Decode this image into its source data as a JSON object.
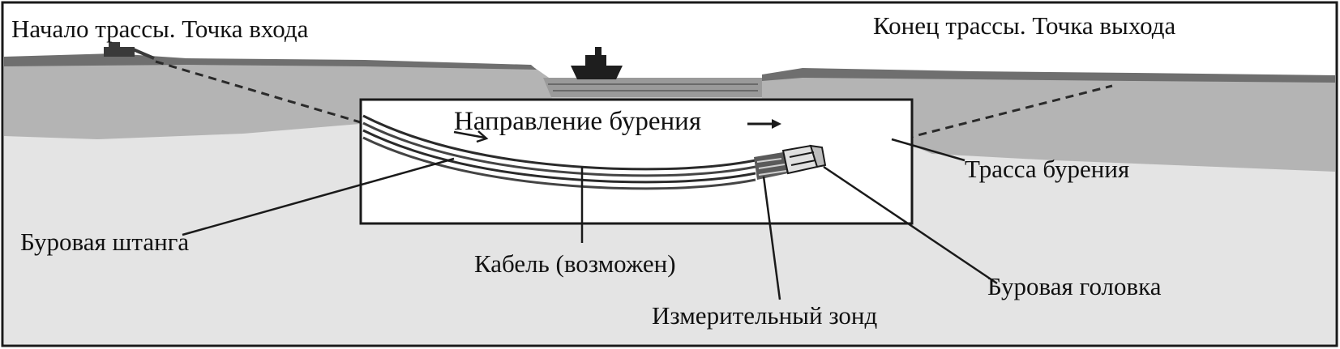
{
  "labels": {
    "start": "Начало трассы. Точка входа",
    "end": "Конец трассы. Точка выхода",
    "direction": "Направление бурения",
    "route": "Трасса бурения",
    "rod": "Буровая штанга",
    "cable": "Кабель (возможен)",
    "head": "Буровая головка",
    "probe": "Измерительный зонд"
  },
  "colors": {
    "sky": "#ffffff",
    "upper_soil": "#b5b5b5",
    "lower_soil": "#e3e3e3",
    "water": "#9c9c9c",
    "lines": "#1a1a1a"
  }
}
